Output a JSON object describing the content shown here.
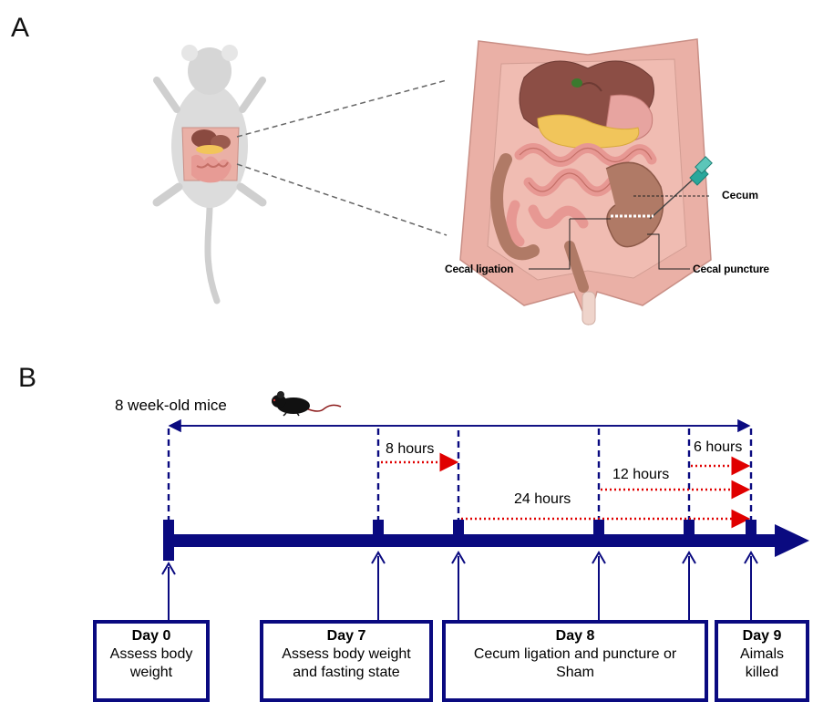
{
  "panel_a": {
    "letter": "A",
    "labels": {
      "cecum": "Cecum",
      "cecal_ligation": "Cecal ligation",
      "cecal_puncture": "Cecal puncture"
    }
  },
  "panel_b": {
    "letter": "B",
    "mice_label": "8 week-old mice",
    "intervals": [
      "8 hours",
      "12 hours",
      "24 hours",
      "6 hours"
    ],
    "days": [
      {
        "title": "Day 0",
        "desc": "Assess  body weight"
      },
      {
        "title": "Day 7",
        "desc": "Assess  body weight and fasting state"
      },
      {
        "title": "Day 8",
        "desc": "Cecum ligation and puncture or Sham"
      },
      {
        "title": "Day 9",
        "desc": "Aimals killed"
      }
    ]
  },
  "colors": {
    "timeline": "#0a0a80",
    "dotted_arrow": "#e00000",
    "tissue": "#eab0a6"
  }
}
